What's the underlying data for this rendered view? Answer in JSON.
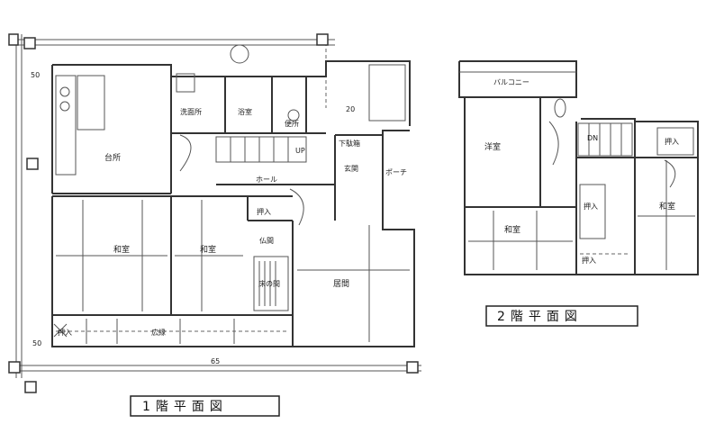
{
  "floor1": {
    "title": "1階平面図",
    "rooms": {
      "kitchen": "台所",
      "washroom": "洗面所",
      "bath": "浴室",
      "toilet": "便所",
      "stairs": "UP",
      "storage_lower": "下駄箱",
      "ent_hall": "玄関",
      "porch": "ポーチ",
      "hall": "ホール",
      "closet1": "押入",
      "washitsu1": "和室",
      "washitsu2": "和室",
      "butsuma": "仏間",
      "tokonoma": "床の間",
      "living": "居間",
      "engawa": "広縁",
      "closet2": "押入"
    },
    "dims": {
      "left_top": "50",
      "left_bottom": "50",
      "bottom": "65",
      "right_top": "20"
    }
  },
  "floor2": {
    "title": "2階平面図",
    "rooms": {
      "balcony": "バルコニー",
      "room_w": "洋室",
      "room_jp1": "和室",
      "room_jp2": "和室",
      "dn": "DN",
      "closet_a": "押入",
      "closet_b": "押入",
      "closet_c": "押入"
    }
  }
}
